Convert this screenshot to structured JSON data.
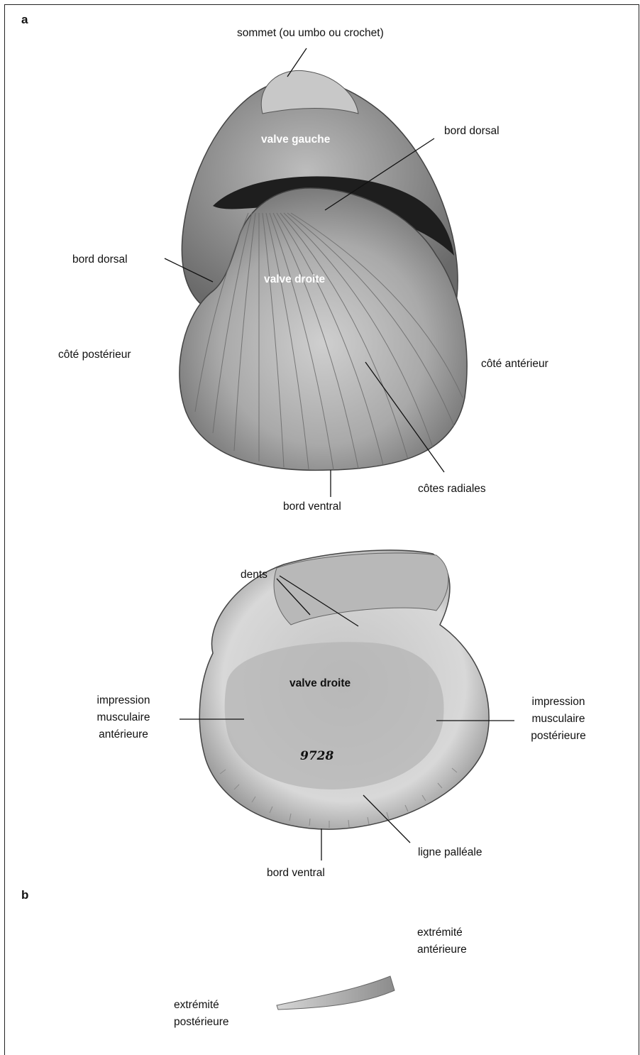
{
  "panel_a": {
    "letter": "a",
    "top_view": {
      "umbo": "sommet (ou umbo ou crochet)",
      "left_valve": "valve gauche",
      "dorsal_edge_right": "bord dorsal",
      "dorsal_edge_left": "bord dorsal",
      "right_valve": "valve droite",
      "posterior_side": "côté postérieur",
      "anterior_side": "côté antérieur",
      "radial_ribs": "côtes radiales",
      "ventral_edge": "bord ventral"
    },
    "inner_view": {
      "teeth": "dents",
      "right_valve": "valve droite",
      "specimen_number": "9728",
      "anterior_muscle": "impression\nmusculaire\nantérieure",
      "posterior_muscle": "impression\nmusculaire\npostérieure",
      "pallial_line": "ligne palléale",
      "ventral_edge": "bord ventral"
    }
  },
  "panel_b": {
    "letter": "b",
    "anterior_end": "extrémité\nantérieure",
    "posterior_end": "extrémité\npostérieure"
  },
  "colors": {
    "border": "#222222",
    "shell_light": "#d9d9d9",
    "shell_dark": "#3a3a3a",
    "shell_mid": "#9a9a9a"
  }
}
